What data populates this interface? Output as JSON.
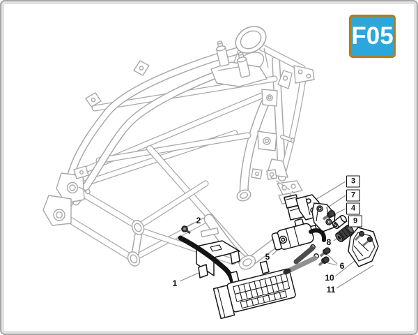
{
  "badge": {
    "text": "F05",
    "fill_color": "#2ba7dd",
    "border_color": "#aa8025",
    "text_color": "#ffffff"
  },
  "callouts": [
    {
      "label": "1",
      "boxed": false
    },
    {
      "label": "2",
      "boxed": false
    },
    {
      "label": "3",
      "boxed": true
    },
    {
      "label": "4",
      "boxed": true
    },
    {
      "label": "5",
      "boxed": false
    },
    {
      "label": "6",
      "boxed": false
    },
    {
      "label": "7",
      "boxed": true
    },
    {
      "label": "8",
      "boxed": false
    },
    {
      "label": "9",
      "boxed": true
    },
    {
      "label": "10",
      "boxed": false
    },
    {
      "label": "11",
      "boxed": false
    }
  ],
  "colors": {
    "frame_line": "#a8a8a8",
    "part_line": "#181818",
    "leader_line": "#8c8c8c"
  }
}
